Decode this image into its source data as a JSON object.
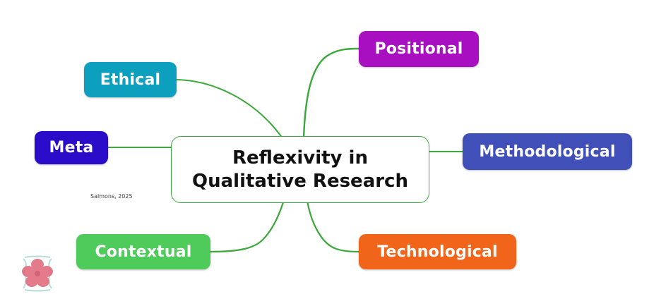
{
  "diagram": {
    "type": "mind-map",
    "title": "Reflexivity in Qualitative Research",
    "center": {
      "label_line1": "Reflexivity in",
      "label_line2": "Qualitative Research",
      "fill": "#ffffff",
      "border": "#3aa83a",
      "text_color": "#111111"
    },
    "connector_color": "#3aa83a",
    "attribution": "Salmons, 2025",
    "logo": {
      "icon": "flower-logo",
      "petal_color": "#e0697a",
      "leaf_color": "#9fd0cf"
    },
    "branches": [
      {
        "id": "positional",
        "label": "Positional",
        "fill": "#a80fc0",
        "text_color": "#ffffff",
        "position": "top-right"
      },
      {
        "id": "ethical",
        "label": "Ethical",
        "fill": "#0ca0be",
        "text_color": "#ffffff",
        "position": "top-left"
      },
      {
        "id": "meta",
        "label": "Meta",
        "fill": "#2a0bc8",
        "text_color": "#ffffff",
        "position": "left"
      },
      {
        "id": "methodological",
        "label": "Methodological",
        "fill": "#4050b8",
        "text_color": "#ffffff",
        "position": "right"
      },
      {
        "id": "contextual",
        "label": "Contextual",
        "fill": "#4fcb5c",
        "text_color": "#ffffff",
        "position": "bottom-left"
      },
      {
        "id": "technological",
        "label": "Technological",
        "fill": "#f1651a",
        "text_color": "#ffffff",
        "position": "bottom-right"
      }
    ]
  }
}
